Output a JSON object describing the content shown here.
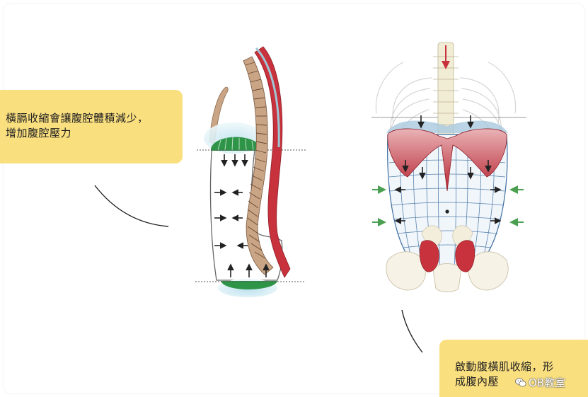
{
  "callouts": {
    "left": {
      "line1": "橫膈收縮會讓腹腔體積減少，",
      "line2": "增加腹腔壓力"
    },
    "right": {
      "line1": "啟動腹橫肌收縮，形",
      "line2": "成腹內壓"
    }
  },
  "watermark": {
    "text": "OB教室",
    "icon": "wechat-icon"
  },
  "colors": {
    "callout_fill": "#fadf7f",
    "muscle_red": "#c8323c",
    "diaphragm_green": "#2e9448",
    "spine_tan": "#c9a586",
    "grid_blue": "#3f6fa0"
  }
}
